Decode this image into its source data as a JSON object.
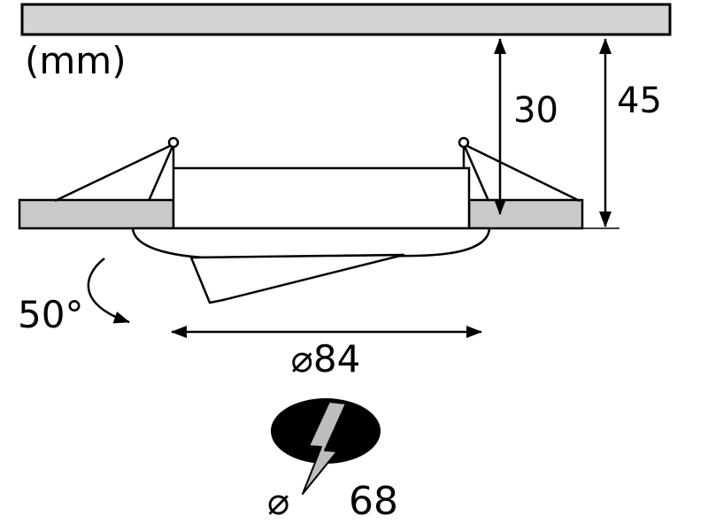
{
  "diagram": {
    "title": "recessed-downlight-dimension-drawing",
    "unit_label": "(mm)",
    "dimensions": {
      "recess_depth": "30",
      "total_depth": "45",
      "tilt_angle": "50°",
      "bezel_diameter": "⌀84",
      "cutout_symbol": "⌀",
      "cutout_diameter": "68"
    },
    "colors": {
      "line": "#000000",
      "ceiling_fill": "#d4d4d4",
      "flange_fill": "#c9c9c9",
      "bolt_fill": "#bdbdbd",
      "cutout_fill": "#000000",
      "background": "#ffffff"
    }
  }
}
